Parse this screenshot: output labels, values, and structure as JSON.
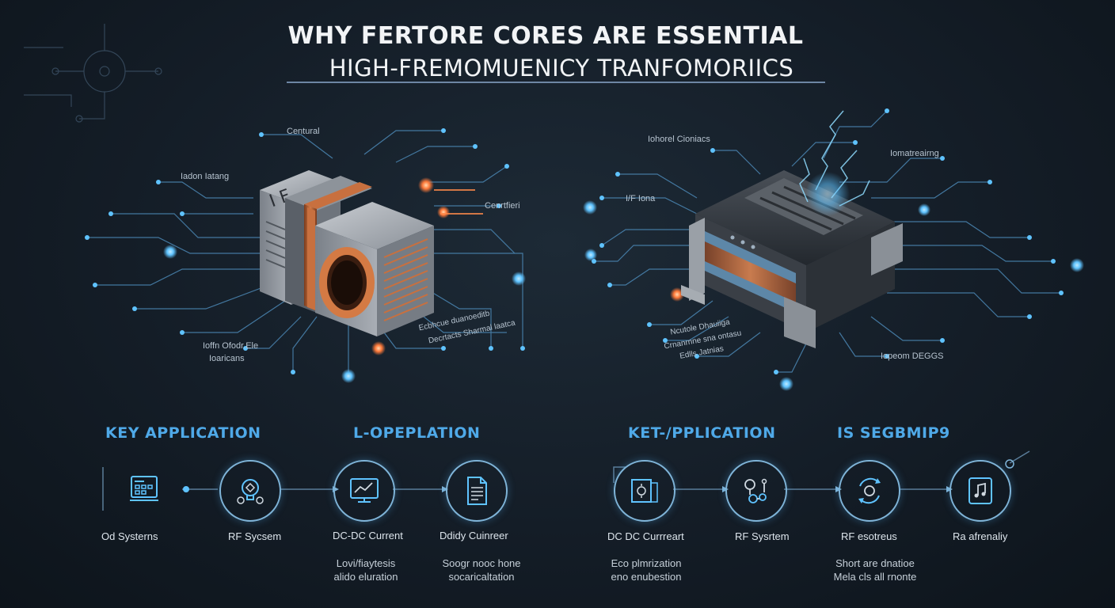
{
  "title": {
    "line1": "WHY FERTORE CORES ARE ESSENTIAL",
    "line2": "HIGH-FREMOMUENICY TRANFOMORIICS"
  },
  "left_diagram": {
    "core_mark": "I F",
    "labels": [
      "Centural",
      "Iadon Iatang",
      "Cenrtfieri",
      "Ioffn Ofodr.Ele",
      "Ioaricans",
      "Ecbhcue duanoeditb",
      "Decrtacts Sharmal laatca"
    ]
  },
  "right_diagram": {
    "labels": [
      "Iohorel Cioniacs",
      "Iomatreairng",
      "I/F Iona",
      "Ncutole Dhauiiga",
      "Crnanrnne sna ontasu",
      "Edlls Jatnias",
      "Iopeom DEGGS"
    ]
  },
  "sections": [
    {
      "heading": "KEY APPLICATION"
    },
    {
      "heading": "L-OPEPLATION"
    },
    {
      "heading": "KET-/PPLICATION"
    },
    {
      "heading": "IS SEGBMIP9"
    }
  ],
  "applications": [
    {
      "label": "Od Systerns",
      "icon": "control-panel-icon",
      "sub": ""
    },
    {
      "label": "RF Sycsem",
      "icon": "lightbulb-gear-icon",
      "sub": ""
    },
    {
      "label": "DC-DC Current",
      "icon": "monitor-chart-icon",
      "sub": "Lovi/fiaytesis\nalido eluration"
    },
    {
      "label": "Ddidy Cuinreer",
      "icon": "document-icon",
      "sub": "Soogr nooc hone\nsocaricaltation"
    },
    {
      "label": "DC DC Currreart",
      "icon": "circuit-box-icon",
      "sub": "Eco plmrization\neno enubestion"
    },
    {
      "label": "RF Sysrtem",
      "icon": "connector-icon",
      "sub": ""
    },
    {
      "label": "RF esotreus",
      "icon": "cycle-arrows-icon",
      "sub": "Short are dnatioe\nMela cls all rnonte"
    },
    {
      "label": "Ra afrenaliy",
      "icon": "music-file-icon",
      "sub": ""
    }
  ],
  "colors": {
    "accent_blue": "#4fa9e8",
    "copper": "#c8703f",
    "glow": "#7fd0ff",
    "background": "#141d27"
  }
}
